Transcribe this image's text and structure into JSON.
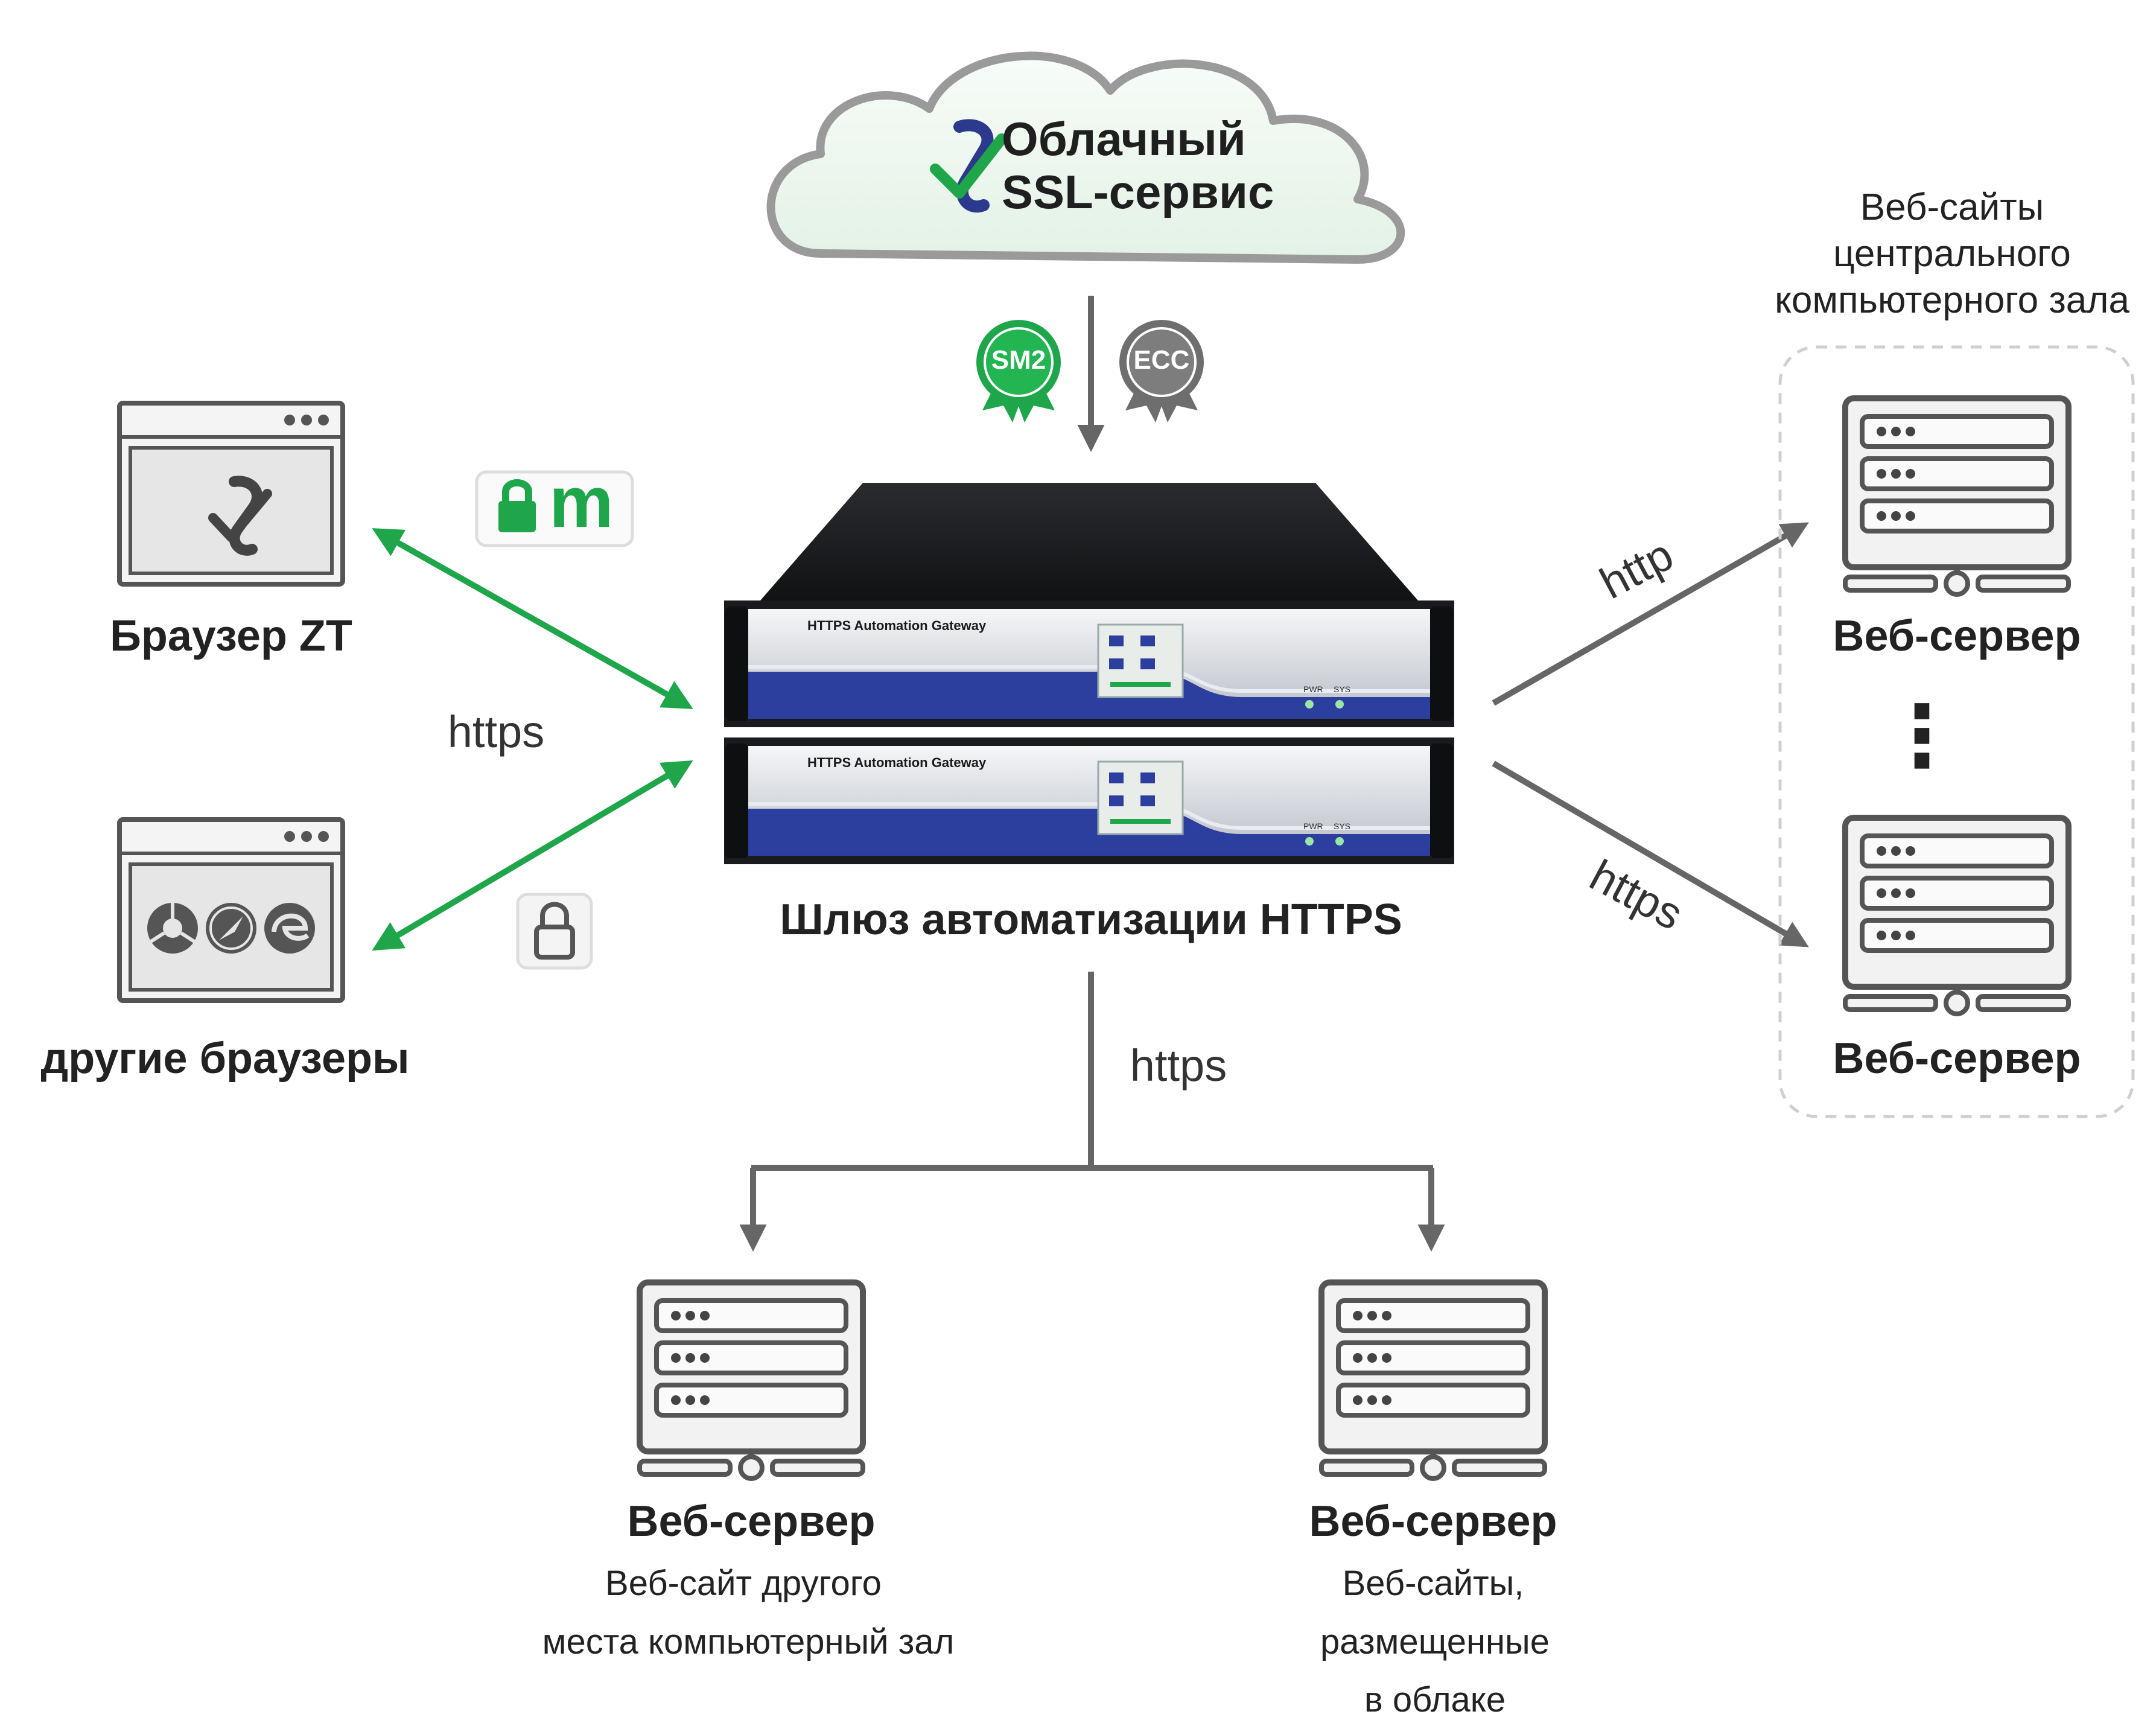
{
  "cloud": {
    "title_line1": "Облачный",
    "title_line2": "SSL-сервис"
  },
  "badges": {
    "sm2": "SM2",
    "ecc": "ECC"
  },
  "gateway": {
    "label": "Шлюз автоматизации HTTPS",
    "panel_text": "HTTPS Automation Gateway",
    "pwr": "PWR",
    "sys": "SYS"
  },
  "browsers": {
    "zt_label": "Браузер ZT",
    "others_label": "другие браузеры",
    "https_label": "https",
    "mark_letter": "m"
  },
  "datacenter": {
    "caption_line1": "Веб-сайты",
    "caption_line2": "центрального",
    "caption_line3": "компьютерного зала",
    "http_label": "http",
    "https_label": "https",
    "server1_label": "Веб-сервер",
    "server2_label": "Веб-сервер",
    "ellipsis": "⋮"
  },
  "bottom": {
    "https_label": "https",
    "server_left": {
      "title": "Веб-сервер",
      "line1": "Веб-сайт другого",
      "line2": "места компьютерный зал"
    },
    "server_right": {
      "title": "Веб-сервер",
      "line1": "Веб-сайты,",
      "line2": "размещенные",
      "line3": "в облаке"
    }
  },
  "colors": {
    "green": "#1fa64a",
    "arrow_gray": "#666666",
    "panel_blue": "#2c3f9e",
    "badge_gray": "#6e6e6e"
  }
}
